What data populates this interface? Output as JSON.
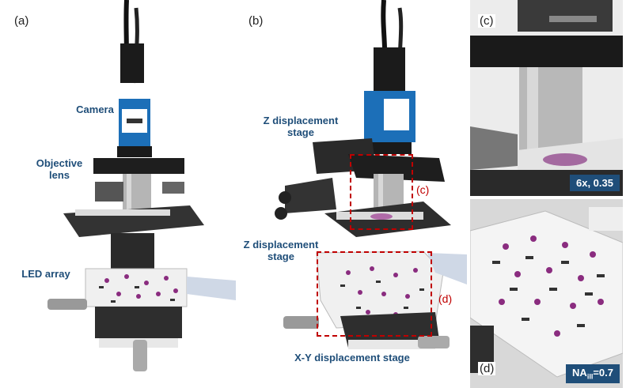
{
  "panels": {
    "a": {
      "label": "(a)",
      "callouts": {
        "camera": "Camera",
        "objective": "Objective\nlens",
        "led": "LED array"
      }
    },
    "b": {
      "label": "(b)",
      "callouts": {
        "z_stage_top": "Z displacement\nstage",
        "z_stage_bottom": "Z displacement\nstage",
        "xy_stage": "X-Y displacement stage"
      },
      "box_labels": {
        "c": "(c)",
        "d": "(d)"
      }
    },
    "c": {
      "label": "(c)",
      "badge": "6x, 0.35"
    },
    "d": {
      "label": "(d)",
      "badge_prefix": "NA",
      "badge_sub": "ill",
      "badge_suffix": "=0.7"
    }
  },
  "colors": {
    "callout": "#1f4e79",
    "badge_bg": "#1f4e79",
    "dashed_box": "#c00000"
  }
}
